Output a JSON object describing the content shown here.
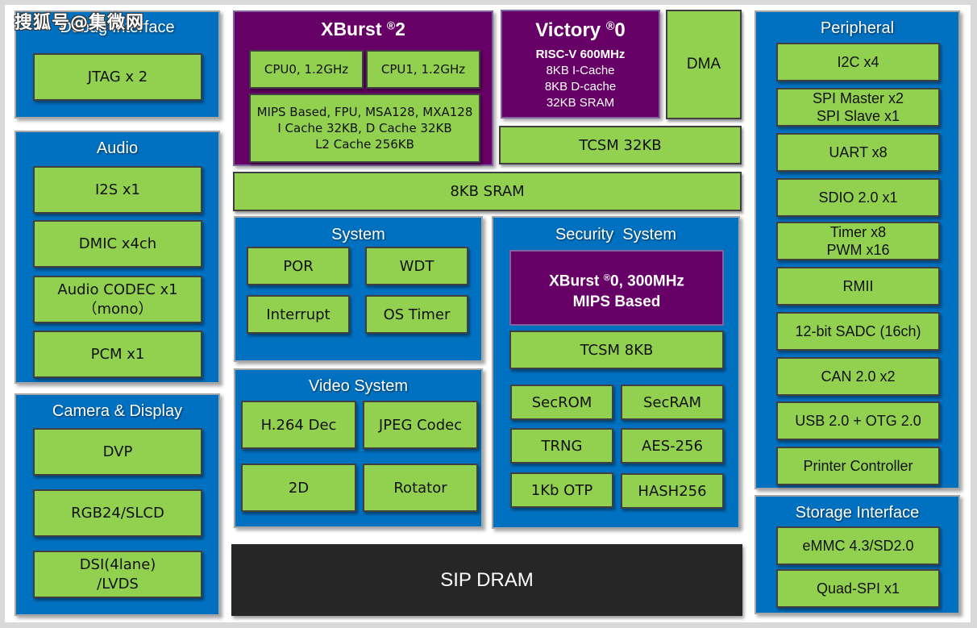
{
  "watermark": "搜狐号@集微网",
  "debug": {
    "title": "Debug Interface",
    "items": [
      "JTAG x 2"
    ]
  },
  "audio": {
    "title": "Audio",
    "items": [
      "I2S x1",
      "DMIC x4ch",
      "Audio CODEC x1",
      "（mono）",
      "PCM x1"
    ]
  },
  "camera": {
    "title": "Camera & Display",
    "items": [
      "DVP",
      "RGB24/SLCD",
      "DSI(4lane)",
      "/LVDS"
    ]
  },
  "xburst2": {
    "title": "XBurst",
    "reg": "®",
    "ver": "2",
    "cpu0": "CPU0, 1.2GHz",
    "cpu1": "CPU1, 1.2GHz",
    "details": [
      "MIPS Based, FPU, MSA128, MXA128",
      "I Cache 32KB, D Cache 32KB",
      "L2 Cache 256KB"
    ]
  },
  "victory": {
    "title": "Victory ",
    "reg": "®",
    "ver": "0",
    "lines": [
      "RISC-V 600MHz",
      "8KB I-Cache",
      "8KB D-cache",
      "32KB SRAM"
    ]
  },
  "dma": "DMA",
  "tcsm32": "TCSM 32KB",
  "sram8": "8KB SRAM",
  "system": {
    "title": "System",
    "items": [
      "POR",
      "WDT",
      "Interrupt",
      "OS Timer"
    ]
  },
  "video": {
    "title": "Video System",
    "items": [
      "H.264 Dec",
      "JPEG Codec",
      "2D",
      "Rotator"
    ]
  },
  "security": {
    "title": "Security  System",
    "core_title": "XBurst",
    "core_reg": "®",
    "core_ver": "0, 300MHz",
    "core_sub": "MIPS Based",
    "tcsm": "TCSM 8KB",
    "items": [
      "SecROM",
      "SecRAM",
      "TRNG",
      "AES-256",
      "1Kb OTP",
      "HASH256"
    ]
  },
  "peripheral": {
    "title": "Peripheral",
    "items": [
      "I2C x4",
      "SPI Master x2",
      "SPI Slave x1",
      "UART x8",
      "SDIO 2.0 x1",
      "Timer x8",
      "PWM x16",
      "RMII",
      "12-bit SADC (16ch)",
      "CAN 2.0 x2",
      "USB 2.0 + OTG 2.0",
      "Printer Controller"
    ]
  },
  "storage": {
    "title": "Storage Interface",
    "items": [
      "eMMC 4.3/SD2.0",
      "Quad-SPI x1"
    ]
  },
  "dram": "SIP DRAM",
  "colors": {
    "group_blue": "#0070c0",
    "block_green": "#92d050",
    "core_purple": "#660066",
    "dram_dark": "#262626"
  }
}
